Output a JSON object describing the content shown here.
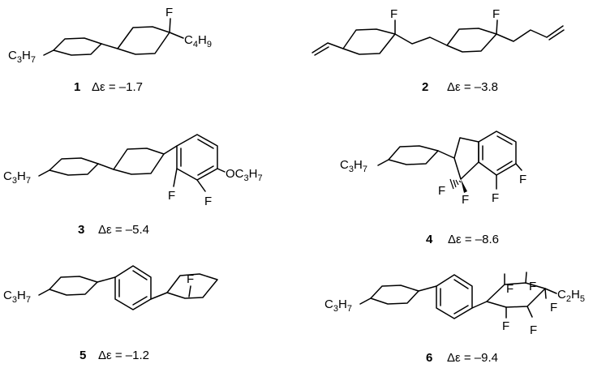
{
  "compounds": [
    {
      "number": "1",
      "delta_label": "Δε = –1.7",
      "left_group": {
        "main": "C",
        "sub1": "3",
        "tail": "H",
        "sub2": "7"
      },
      "right_group": {
        "main": "C",
        "sub1": "4",
        "tail": "H",
        "sub2": "9"
      },
      "fluorine": "F"
    },
    {
      "number": "2",
      "delta_label": "Δε = –3.8",
      "fluorine": "F"
    },
    {
      "number": "3",
      "delta_label": "Δε = –5.4",
      "left_group": {
        "main": "C",
        "sub1": "3",
        "tail": "H",
        "sub2": "7"
      },
      "right_group": {
        "main": "OC",
        "sub1": "3",
        "tail": "H",
        "sub2": "7"
      },
      "fluorine": "F"
    },
    {
      "number": "4",
      "delta_label": "Δε = –8.6",
      "left_group": {
        "main": "C",
        "sub1": "3",
        "tail": "H",
        "sub2": "7"
      },
      "fluorine": "F"
    },
    {
      "number": "5",
      "delta_label": "Δε = –1.2",
      "left_group": {
        "main": "C",
        "sub1": "3",
        "tail": "H",
        "sub2": "7"
      },
      "fluorine": "F"
    },
    {
      "number": "6",
      "delta_label": "Δε = –9.4",
      "left_group": {
        "main": "C",
        "sub1": "3",
        "tail": "H",
        "sub2": "7"
      },
      "right_group": {
        "main": "C",
        "sub1": "2",
        "tail": "H",
        "sub2": "5"
      },
      "fluorine": "F"
    }
  ]
}
